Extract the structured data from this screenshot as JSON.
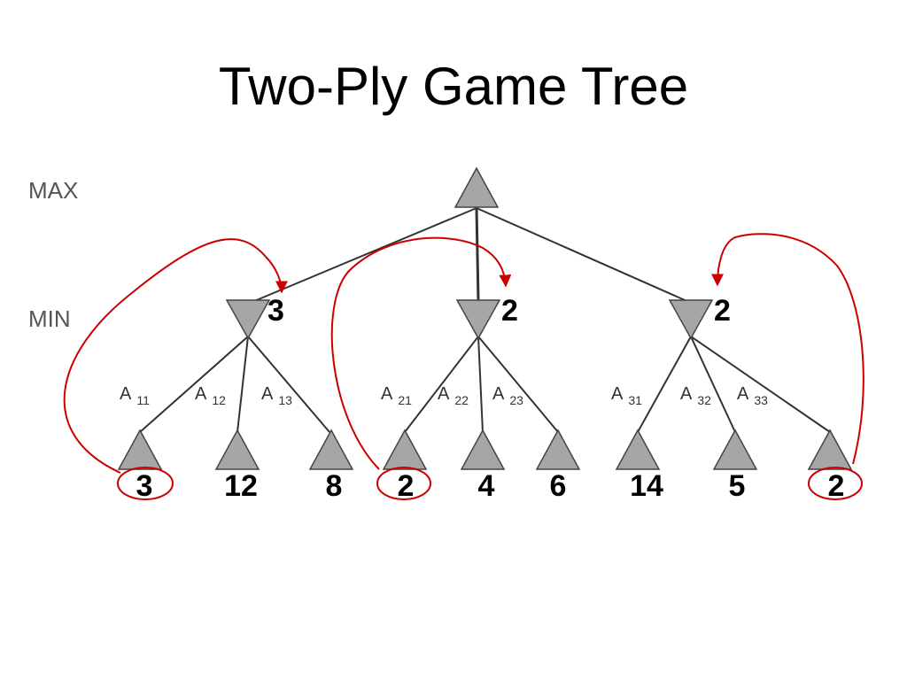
{
  "title": "Two-Ply Game Tree",
  "levels": {
    "max_label": "MAX",
    "min_label": "MIN"
  },
  "colors": {
    "node_fill": "#a6a6a6",
    "highlight": "#cc0000",
    "edge": "#333333"
  },
  "min_nodes": [
    {
      "value": "3",
      "actions": [
        {
          "label": "A",
          "sub": "11"
        },
        {
          "label": "A",
          "sub": "12"
        },
        {
          "label": "A",
          "sub": "13"
        }
      ]
    },
    {
      "value": "2",
      "actions": [
        {
          "label": "A",
          "sub": "21"
        },
        {
          "label": "A",
          "sub": "22"
        },
        {
          "label": "A",
          "sub": "23"
        }
      ]
    },
    {
      "value": "2",
      "actions": [
        {
          "label": "A",
          "sub": "31"
        },
        {
          "label": "A",
          "sub": "32"
        },
        {
          "label": "A",
          "sub": "33"
        }
      ]
    }
  ],
  "leaves": [
    "3",
    "12",
    "8",
    "2",
    "4",
    "6",
    "14",
    "5",
    "2"
  ]
}
